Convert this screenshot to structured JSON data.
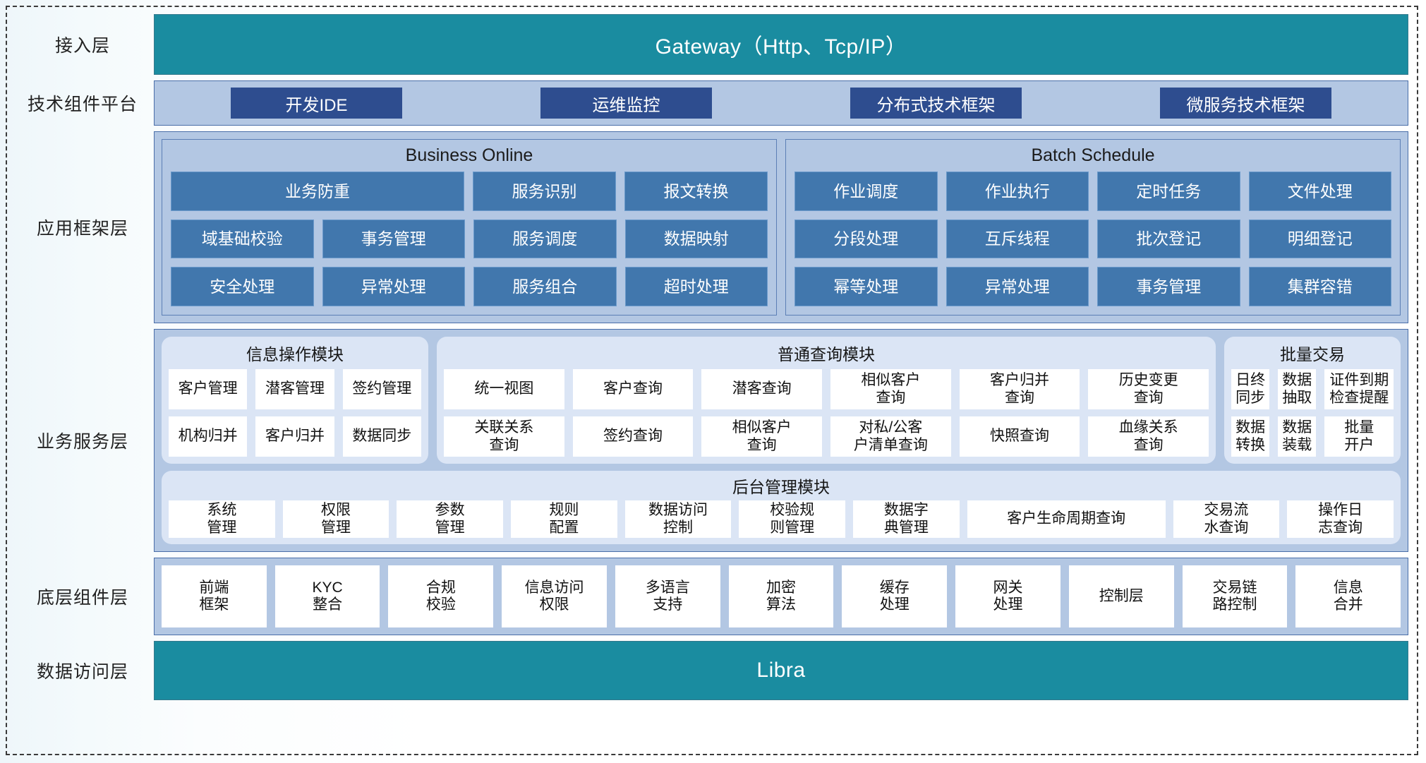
{
  "layers": [
    {
      "label": "接入层",
      "key": "access"
    },
    {
      "label": "技术组件平台",
      "key": "tech"
    },
    {
      "label": "应用框架层",
      "key": "appfw"
    },
    {
      "label": "业务服务层",
      "key": "bsl"
    },
    {
      "label": "底层组件层",
      "key": "base"
    },
    {
      "label": "数据访问层",
      "key": "data"
    }
  ],
  "access": {
    "title": "Gateway（Http、Tcp/IP）"
  },
  "tech": {
    "items": [
      "开发IDE",
      "运维监控",
      "分布式技术框架",
      "微服务技术框架"
    ]
  },
  "appfw": {
    "groups": [
      {
        "title": "Business Online",
        "rows": [
          [
            "业务防重",
            "服务识别",
            "报文转换"
          ],
          [
            "域基础校验",
            "事务管理",
            "服务调度",
            "数据映射"
          ],
          [
            "安全处理",
            "异常处理",
            "服务组合",
            "超时处理"
          ]
        ]
      },
      {
        "title": "Batch Schedule",
        "rows": [
          [
            "作业调度",
            "作业执行",
            "定时任务",
            "文件处理"
          ],
          [
            "分段处理",
            "互斥线程",
            "批次登记",
            "明细登记"
          ],
          [
            "幂等处理",
            "异常处理",
            "事务管理",
            "集群容错"
          ]
        ]
      }
    ]
  },
  "bsl": {
    "modules": [
      {
        "title": "信息操作模块",
        "rows": [
          [
            "客户管理",
            "潜客管理",
            "签约管理"
          ],
          [
            "机构归并",
            "客户归并",
            "数据同步"
          ]
        ]
      },
      {
        "title": "普通查询模块",
        "rows": [
          [
            "统一视图",
            "客户查询",
            "潜客查询",
            "相似客户\n查询",
            "客户归并\n查询",
            "历史变更\n查询"
          ],
          [
            "关联关系\n查询",
            "签约查询",
            "相似客户\n查询",
            "对私/公客\n户清单查询",
            "快照查询",
            "血缘关系\n查询"
          ]
        ]
      },
      {
        "title": "批量交易",
        "rows": [
          [
            "日终\n同步",
            "数据\n抽取",
            "证件到期\n检查提醒"
          ],
          [
            "数据\n转换",
            "数据\n装载",
            "批量\n开户"
          ]
        ]
      }
    ],
    "backoffice": {
      "title": "后台管理模块",
      "items": [
        "系统\n管理",
        "权限\n管理",
        "参数\n管理",
        "规则\n配置",
        "数据访问\n控制",
        "校验规\n则管理",
        "数据字\n典管理",
        "客户生命周期查询",
        "交易流\n水查询",
        "操作日\n志查询"
      ]
    }
  },
  "base": {
    "items": [
      "前端\n框架",
      "KYC\n整合",
      "合规\n校验",
      "信息访问\n权限",
      "多语言\n支持",
      "加密\n算法",
      "缓存\n处理",
      "网关\n处理",
      "控制层",
      "交易链\n路控制",
      "信息\n合并"
    ]
  },
  "data": {
    "title": "Libra"
  },
  "colors": {
    "teal": "#1a8ca0",
    "navy_chip": "#2e4d8f",
    "panel_blue": "#b3c7e3",
    "cell_blue": "#4177ad",
    "module_bg": "#dbe5f5",
    "cell_white": "#ffffff"
  }
}
